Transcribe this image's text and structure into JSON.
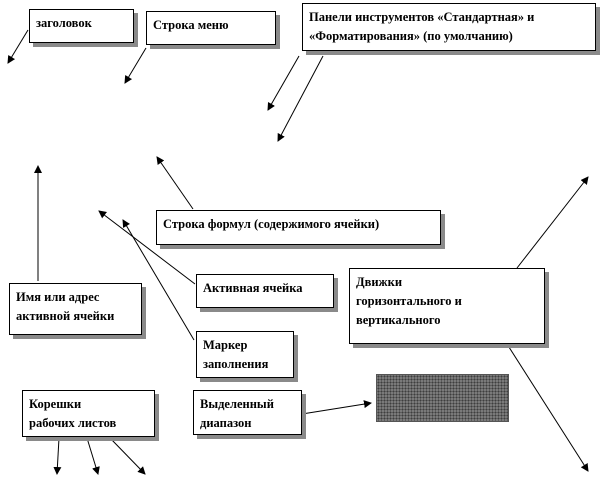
{
  "labels": {
    "title_bar": "заголовок",
    "menu_bar": "Строка меню",
    "toolbars_line1": "Панели инструментов «Стандартная» и",
    "toolbars_line2": "«Форматирования» (по умолчанию)",
    "formula_bar": "Строка формул (содержимого ячейки)",
    "name_box_line1": "Имя или адрес",
    "name_box_line2": "активной ячейки",
    "active_cell": "Активная ячейка",
    "scrollbars_line1": "Движки",
    "scrollbars_line2": "горизонтального и",
    "scrollbars_line3": "вертикального",
    "fill_handle_line1": "Маркер",
    "fill_handle_line2": "заполнения",
    "sheet_tabs_line1": "Корешки",
    "sheet_tabs_line2": "рабочих листов",
    "selected_range_line1": "Выделенный",
    "selected_range_line2": "диапазон"
  },
  "colors": {
    "line": "#000000",
    "box_shadow": "#8a8a8a",
    "range_fill": "#7a7a7a"
  }
}
